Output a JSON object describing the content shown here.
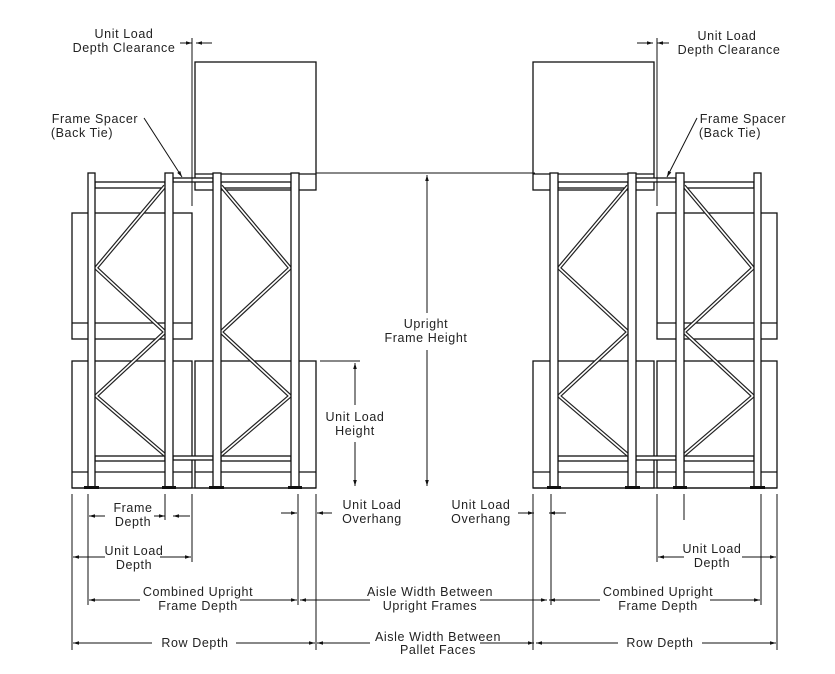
{
  "labels": {
    "depth_clearance_left": [
      "Unit Load",
      "Depth Clearance"
    ],
    "depth_clearance_right": [
      "Unit Load",
      "Depth Clearance"
    ],
    "frame_spacer_left": [
      "Frame Spacer",
      "(Back Tie)"
    ],
    "frame_spacer_right": [
      "Frame Spacer",
      "(Back Tie)"
    ],
    "upright_frame_height": [
      "Upright",
      "Frame Height"
    ],
    "unit_load_height": [
      "Unit Load",
      "Height"
    ],
    "frame_depth": [
      "Frame",
      "Depth"
    ],
    "overhang_left": [
      "Unit Load",
      "Overhang"
    ],
    "overhang_right": [
      "Unit Load",
      "Overhang"
    ],
    "unit_load_depth_left": [
      "Unit Load",
      "Depth"
    ],
    "unit_load_depth_right": [
      "Unit Load",
      "Depth"
    ],
    "combined_left": [
      "Combined Upright",
      "Frame Depth"
    ],
    "combined_right": [
      "Combined Upright",
      "Frame Depth"
    ],
    "aisle_frames": [
      "Aisle Width Between",
      "Upright Frames"
    ],
    "aisle_pallets": [
      "Aisle Width Between",
      "Pallet Faces"
    ],
    "row_depth_left": "Row Depth",
    "row_depth_right": "Row Depth"
  }
}
